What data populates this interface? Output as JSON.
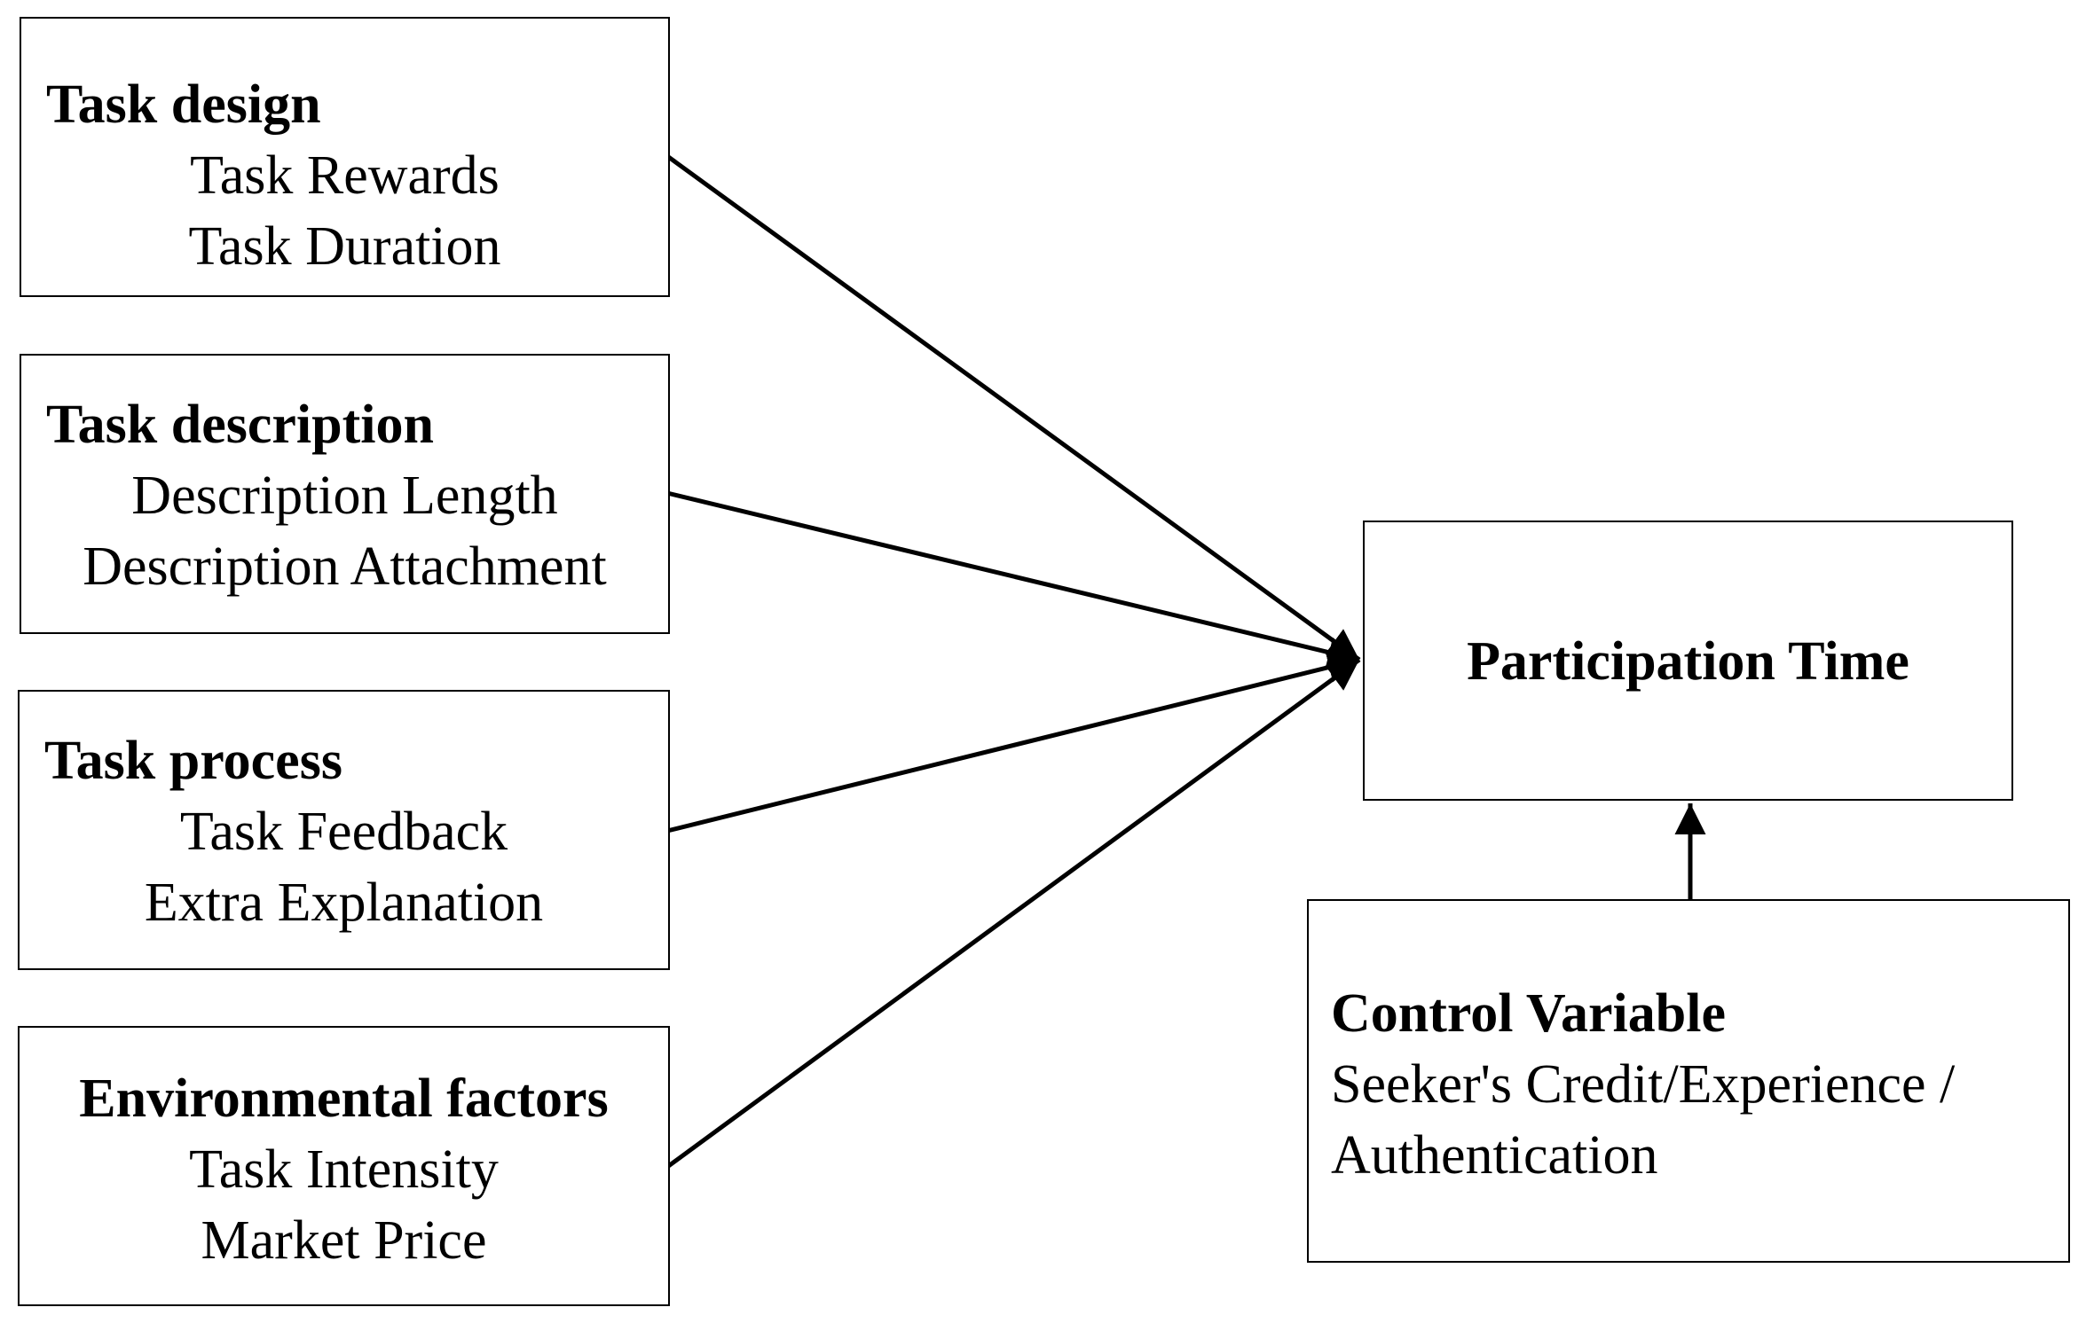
{
  "factors": [
    {
      "title": "Task design",
      "items": [
        "Task Rewards",
        "Task Duration"
      ]
    },
    {
      "title": "Task description",
      "items": [
        "Description Length",
        "Description  Attachment"
      ]
    },
    {
      "title": "Task process",
      "items": [
        "Task Feedback",
        "Extra Explanation"
      ]
    },
    {
      "title": "Environmental factors",
      "items": [
        "Task Intensity",
        "Market Price"
      ]
    }
  ],
  "outcome": {
    "title": "Participation Time"
  },
  "control": {
    "title": "Control Variable",
    "lines": [
      "Seeker's Credit/Experience /",
      "Authentication"
    ]
  }
}
